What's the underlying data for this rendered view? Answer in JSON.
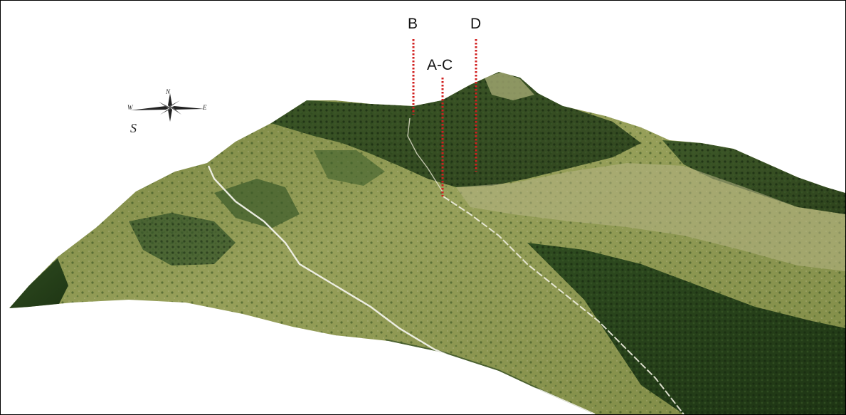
{
  "markers": [
    {
      "id": "b",
      "label": "B"
    },
    {
      "id": "ac",
      "label": "A-C"
    },
    {
      "id": "d",
      "label": "D"
    }
  ],
  "compass": {
    "north": "N",
    "east": "E",
    "west": "W",
    "south": "S"
  },
  "colors": {
    "marker_line": "#d11f1f",
    "meadow": "#8f9a52",
    "forest": "#2c4a1e",
    "trail": "#f2f2ea"
  }
}
